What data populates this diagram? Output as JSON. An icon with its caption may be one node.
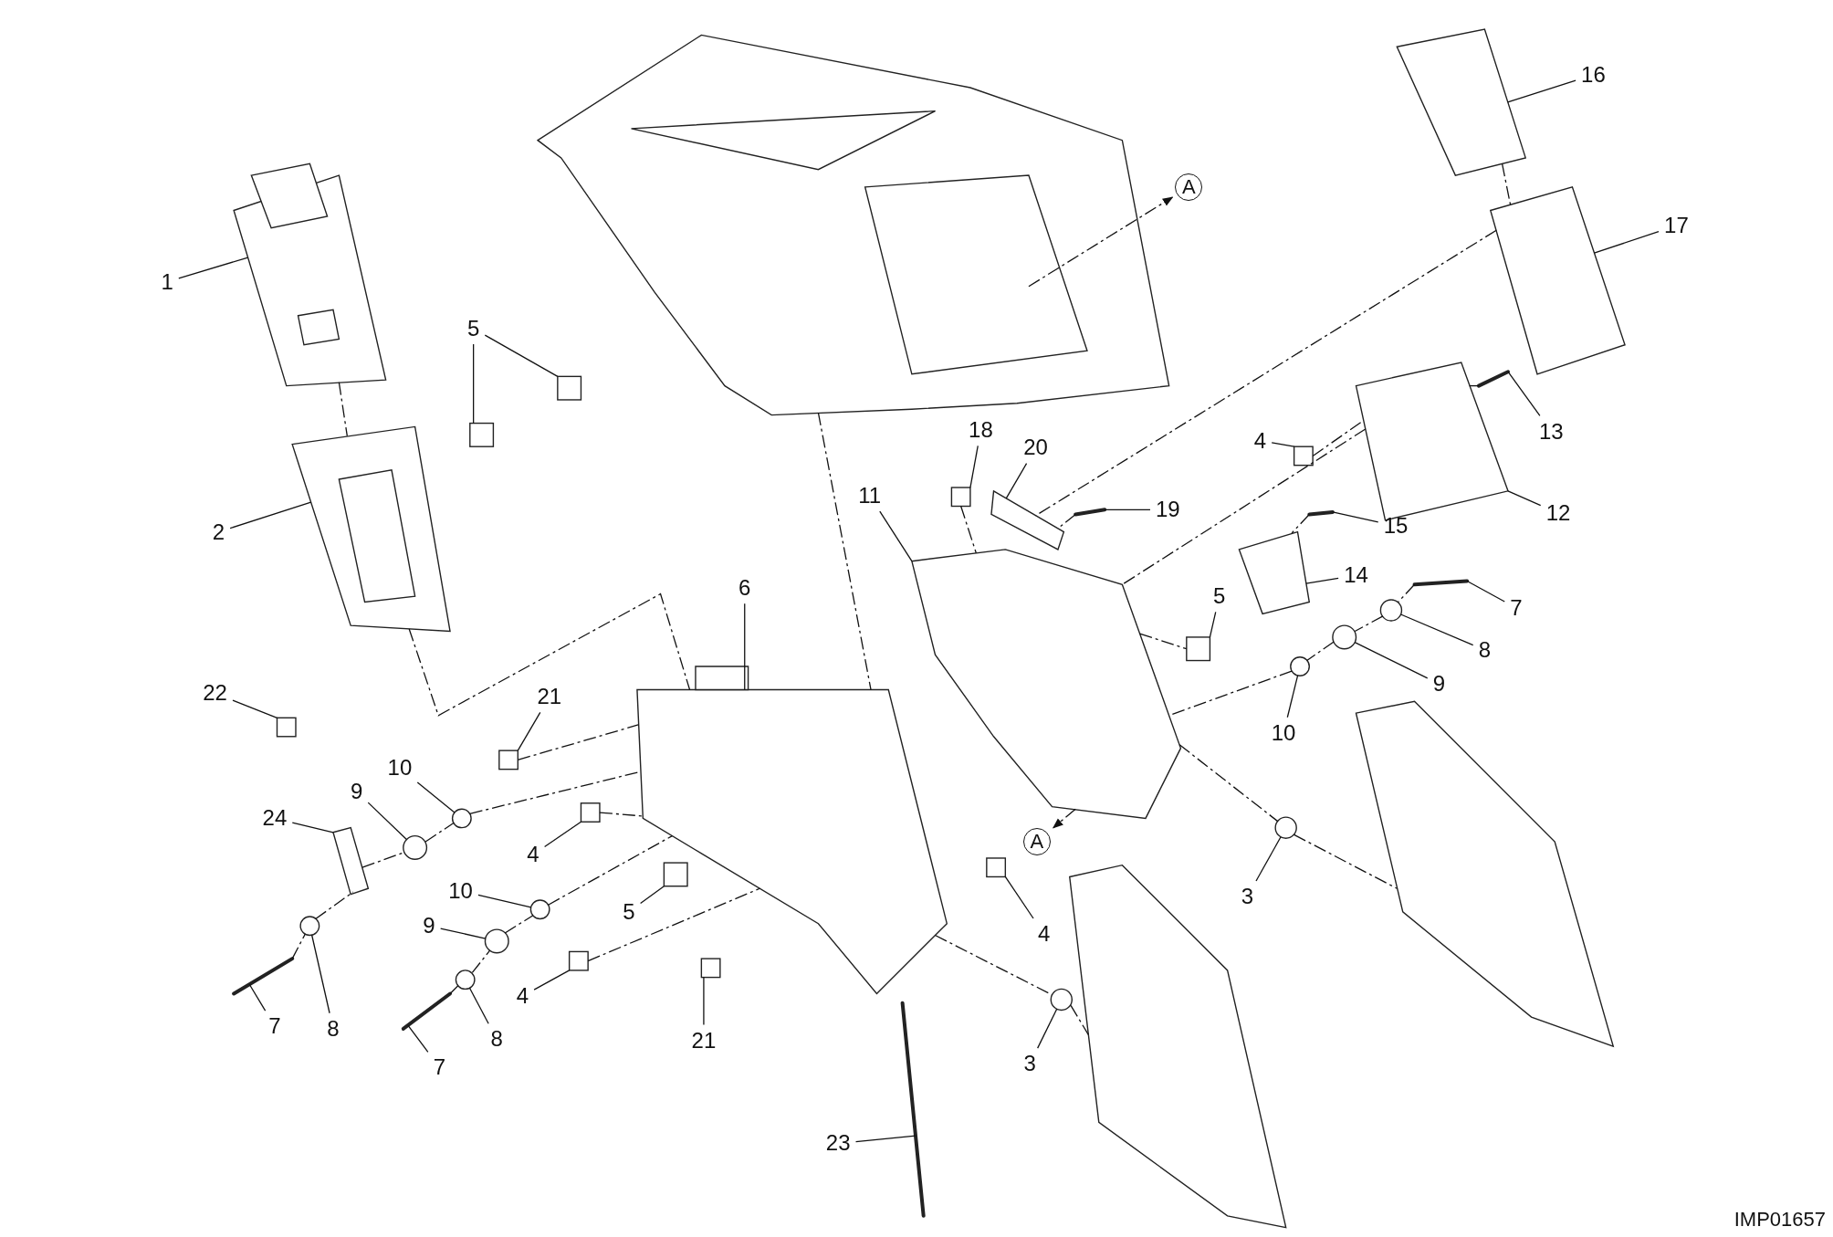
{
  "diagram": {
    "nodes": [
      {
        "text": [
          "16"
        ]
      },
      {
        "text": [
          "A"
        ]
      },
      {
        "text": [
          "17"
        ]
      },
      {
        "text": [
          "1"
        ]
      },
      {
        "text": [
          "5"
        ]
      },
      {
        "text": [
          "13"
        ]
      },
      {
        "text": [
          "18"
        ]
      },
      {
        "text": [
          "4"
        ]
      },
      {
        "text": [
          "20"
        ]
      },
      {
        "text": [
          "11"
        ]
      },
      {
        "text": [
          "19"
        ]
      },
      {
        "text": [
          "12"
        ]
      },
      {
        "text": [
          "15"
        ]
      },
      {
        "text": [
          "2"
        ]
      },
      {
        "text": [
          "14"
        ]
      },
      {
        "text": [
          "6"
        ]
      },
      {
        "text": [
          "5"
        ]
      },
      {
        "text": [
          "7"
        ]
      },
      {
        "text": [
          "8"
        ]
      },
      {
        "text": [
          "9"
        ]
      },
      {
        "text": [
          "22"
        ]
      },
      {
        "text": [
          "21"
        ]
      },
      {
        "text": [
          "10"
        ]
      },
      {
        "text": [
          "10"
        ]
      },
      {
        "text": [
          "9"
        ]
      },
      {
        "text": [
          "24"
        ]
      },
      {
        "text": [
          "A"
        ]
      },
      {
        "text": [
          "4"
        ]
      },
      {
        "text": [
          "10"
        ]
      },
      {
        "text": [
          "3"
        ]
      },
      {
        "text": [
          "5"
        ]
      },
      {
        "text": [
          "9"
        ]
      },
      {
        "text": [
          "4"
        ]
      },
      {
        "text": [
          "4"
        ]
      },
      {
        "text": [
          "8"
        ]
      },
      {
        "text": [
          "7"
        ]
      },
      {
        "text": [
          "21"
        ]
      },
      {
        "text": [
          "8"
        ]
      },
      {
        "text": [
          "3"
        ]
      },
      {
        "text": [
          "7"
        ]
      },
      {
        "text": [
          "23"
        ]
      },
      {
        "text": [],
        "shape": "picture"
      },
      {
        "text": [],
        "shape": "picture"
      },
      {
        "text": [],
        "shape": "picture"
      },
      {
        "text": [],
        "shape": "picture"
      },
      {
        "text": [],
        "shape": "picture"
      },
      {
        "text": [],
        "shape": "box"
      },
      {
        "text": [],
        "shape": "box"
      },
      {
        "text": [],
        "shape": "picture"
      },
      {
        "text": [],
        "shape": "box"
      },
      {
        "text": [],
        "shape": "box"
      },
      {
        "text": [],
        "shape": "picture"
      },
      {
        "text": [],
        "shape": "picture"
      },
      {
        "text": [],
        "shape": "picture"
      },
      {
        "text": [],
        "shape": "picture"
      },
      {
        "text": [],
        "shape": "picture"
      },
      {
        "text": [],
        "shape": "picture"
      },
      {
        "text": [],
        "shape": "picture"
      },
      {
        "text": [],
        "shape": "box"
      },
      {
        "text": [],
        "shape": "picture"
      },
      {
        "text": [],
        "shape": "circle"
      },
      {
        "text": [],
        "shape": "circle"
      },
      {
        "text": [],
        "shape": "box"
      },
      {
        "text": [],
        "shape": "box"
      },
      {
        "text": [],
        "shape": "circle"
      },
      {
        "text": [],
        "shape": "circle"
      },
      {
        "text": [],
        "shape": "circle"
      },
      {
        "text": [],
        "shape": "picture"
      },
      {
        "text": [],
        "shape": "box"
      },
      {
        "text": [],
        "shape": "circle"
      },
      {
        "text": [],
        "shape": "circle"
      },
      {
        "text": [],
        "shape": "box"
      },
      {
        "text": [],
        "shape": "circle"
      },
      {
        "text": [],
        "shape": "box"
      },
      {
        "text": [],
        "shape": "box"
      },
      {
        "text": [],
        "shape": "circle"
      },
      {
        "text": [],
        "shape": "picture"
      },
      {
        "text": [],
        "shape": "box"
      },
      {
        "text": [],
        "shape": "circle"
      },
      {
        "text": [],
        "shape": "circle"
      },
      {
        "text": [],
        "shape": "picture"
      },
      {
        "text": [],
        "shape": "picture"
      },
      {
        "text": [],
        "shape": "picture"
      },
      {
        "text": [],
        "shape": "picture"
      }
    ],
    "edges": [
      {
        "from": 0,
        "to": 42,
        "arrow": "none"
      },
      {
        "from": 41,
        "to": 1,
        "arrow": "to",
        "style": "dashed"
      },
      {
        "from": 2,
        "to": 43,
        "arrow": "none"
      },
      {
        "from": 3,
        "to": 44,
        "arrow": "none"
      },
      {
        "from": 4,
        "to": 46,
        "arrow": "none"
      },
      {
        "from": 4,
        "to": 47,
        "arrow": "none"
      },
      {
        "from": 5,
        "to": 48,
        "arrow": "none"
      },
      {
        "from": 6,
        "to": 49,
        "arrow": "none"
      },
      {
        "from": 7,
        "to": 50,
        "arrow": "none"
      },
      {
        "from": 8,
        "to": 51,
        "arrow": "none"
      },
      {
        "from": 9,
        "to": 52,
        "arrow": "none"
      },
      {
        "from": 10,
        "to": 53,
        "arrow": "none"
      },
      {
        "from": 11,
        "to": 54,
        "arrow": "none"
      },
      {
        "from": 12,
        "to": 55,
        "arrow": "none"
      },
      {
        "from": 13,
        "to": 45,
        "arrow": "none"
      },
      {
        "from": 14,
        "to": 56,
        "arrow": "none"
      },
      {
        "from": 15,
        "to": 57,
        "arrow": "none"
      },
      {
        "from": 16,
        "to": 58,
        "arrow": "none"
      },
      {
        "from": 17,
        "to": 59,
        "arrow": "none"
      },
      {
        "from": 18,
        "to": 60,
        "arrow": "none"
      },
      {
        "from": 19,
        "to": 61,
        "arrow": "none"
      },
      {
        "from": 20,
        "to": 62,
        "arrow": "none"
      },
      {
        "from": 21,
        "to": 63,
        "arrow": "none"
      },
      {
        "from": 22,
        "to": 64,
        "arrow": "none"
      },
      {
        "from": 23,
        "to": 65,
        "arrow": "none"
      },
      {
        "from": 24,
        "to": 66,
        "arrow": "none"
      },
      {
        "from": 25,
        "to": 67,
        "arrow": "none"
      },
      {
        "from": 52,
        "to": 26,
        "arrow": "to",
        "style": "dashed"
      },
      {
        "from": 27,
        "to": 68,
        "arrow": "none"
      },
      {
        "from": 28,
        "to": 69,
        "arrow": "none"
      },
      {
        "from": 29,
        "to": 70,
        "arrow": "none"
      },
      {
        "from": 30,
        "to": 71,
        "arrow": "none"
      },
      {
        "from": 31,
        "to": 72,
        "arrow": "none"
      },
      {
        "from": 32,
        "to": 73,
        "arrow": "none"
      },
      {
        "from": 33,
        "to": 74,
        "arrow": "none"
      },
      {
        "from": 34,
        "to": 75,
        "arrow": "none"
      },
      {
        "from": 35,
        "to": 76,
        "arrow": "none"
      },
      {
        "from": 36,
        "to": 77,
        "arrow": "none"
      },
      {
        "from": 37,
        "to": 78,
        "arrow": "none"
      },
      {
        "from": 38,
        "to": 79,
        "arrow": "none"
      },
      {
        "from": 39,
        "to": 80,
        "arrow": "none"
      },
      {
        "from": 40,
        "to": 81,
        "arrow": "none"
      },
      {
        "from": 44,
        "to": 45,
        "arrow": "none",
        "style": "dashed"
      },
      {
        "from": 45,
        "to": 57,
        "arrow": "none",
        "style": "dashed"
      },
      {
        "from": 41,
        "to": 57,
        "arrow": "none",
        "style": "dashed"
      },
      {
        "from": 42,
        "to": 43,
        "arrow": "none",
        "style": "dashed"
      },
      {
        "from": 43,
        "to": 51,
        "arrow": "none",
        "style": "dashed"
      },
      {
        "from": 54,
        "to": 52,
        "arrow": "none",
        "style": "dashed"
      },
      {
        "from": 49,
        "to": 52,
        "arrow": "none",
        "style": "dashed"
      },
      {
        "from": 52,
        "to": 58,
        "arrow": "none",
        "style": "dashed"
      },
      {
        "from": 52,
        "to": 70,
        "arrow": "none",
        "style": "dashed"
      },
      {
        "from": 70,
        "to": 82,
        "arrow": "none",
        "style": "dashed"
      },
      {
        "from": 57,
        "to": 79,
        "arrow": "none",
        "style": "dashed"
      },
      {
        "from": 79,
        "to": 83,
        "arrow": "none",
        "style": "dashed"
      },
      {
        "from": 65,
        "to": 57,
        "arrow": "none",
        "style": "dashed"
      },
      {
        "from": 69,
        "to": 57,
        "arrow": "none",
        "style": "dashed"
      },
      {
        "from": 74,
        "to": 57,
        "arrow": "none",
        "style": "dashed"
      },
      {
        "from": 63,
        "to": 57,
        "arrow": "none",
        "style": "dashed"
      },
      {
        "from": 68,
        "to": 57,
        "arrow": "none",
        "style": "dashed"
      },
      {
        "from": 76,
        "to": 75,
        "arrow": "none",
        "style": "dashed"
      },
      {
        "from": 75,
        "to": 67,
        "arrow": "none",
        "style": "dashed"
      },
      {
        "from": 67,
        "to": 66,
        "arrow": "none",
        "style": "dashed"
      },
      {
        "from": 66,
        "to": 65,
        "arrow": "none",
        "style": "dashed"
      },
      {
        "from": 80,
        "to": 78,
        "arrow": "none",
        "style": "dashed"
      },
      {
        "from": 78,
        "to": 72,
        "arrow": "none",
        "style": "dashed"
      },
      {
        "from": 72,
        "to": 69,
        "arrow": "none",
        "style": "dashed"
      },
      {
        "from": 59,
        "to": 60,
        "arrow": "none",
        "style": "dashed"
      },
      {
        "from": 60,
        "to": 61,
        "arrow": "none",
        "style": "dashed"
      },
      {
        "from": 61,
        "to": 64,
        "arrow": "none",
        "style": "dashed"
      },
      {
        "from": 64,
        "to": 52,
        "arrow": "none",
        "style": "dashed"
      },
      {
        "from": 48,
        "to": 54,
        "arrow": "none",
        "style": "dashed"
      },
      {
        "from": 53,
        "to": 51,
        "arrow": "none",
        "style": "dashed"
      },
      {
        "from": 55,
        "to": 56,
        "arrow": "none",
        "style": "dashed"
      },
      {
        "from": 50,
        "to": 54,
        "arrow": "none",
        "style": "dashed"
      }
    ],
    "labels": [
      "IMP01657"
    ]
  }
}
